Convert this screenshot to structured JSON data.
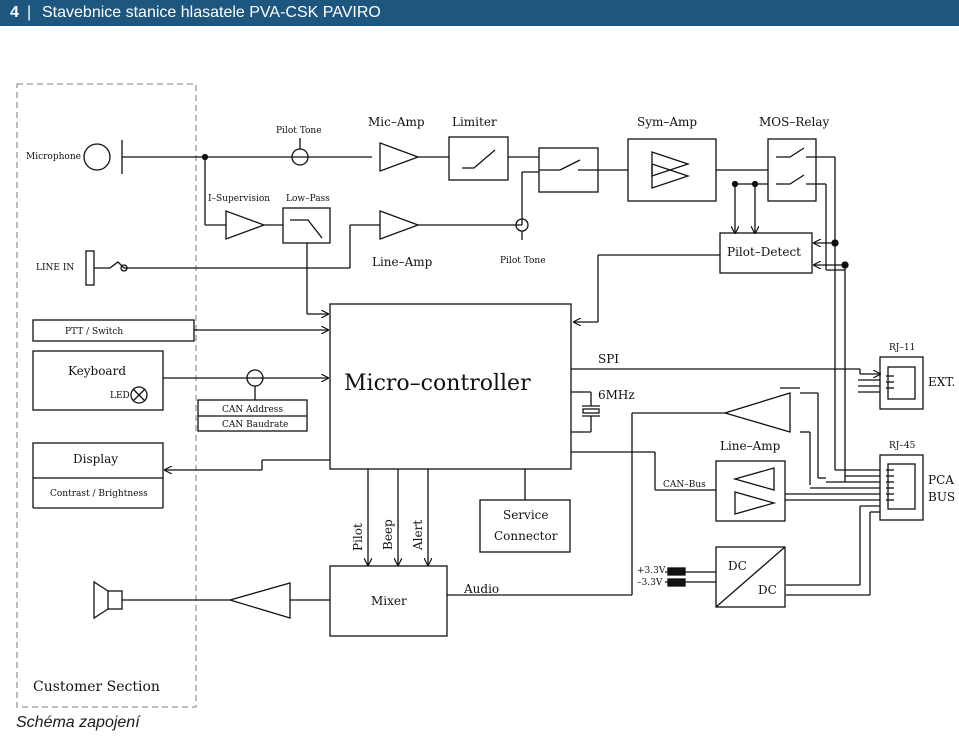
{
  "header": {
    "page_number": "4",
    "separator": "|",
    "title": "Stavebnice stanice hlasatele PVA-CSK PAVIRO"
  },
  "caption": "Schéma zapojení",
  "labels": {
    "pilot_tone_top": "Pilot Tone",
    "mic_amp": "Mic–Amp",
    "limiter": "Limiter",
    "sym_amp": "Sym–Amp",
    "mos_relay": "MOS–Relay",
    "microphone": "Microphone",
    "i_supervision": "I–Supervision",
    "low_pass": "Low–Pass",
    "line_in": "LINE IN",
    "line_amp_top": "Line–Amp",
    "pilot_tone_mid": "Pilot Tone",
    "pilot_detect": "Pilot–Detect",
    "ptt_switch": "PTT / Switch",
    "keyboard": "Keyboard",
    "led": "LED",
    "can_address": "CAN Address",
    "can_baudrate": "CAN Baudrate",
    "microcontroller": "Micro–controller",
    "spi": "SPI",
    "mhz": "6MHz",
    "rj11": "RJ–11",
    "ext": "EXT.",
    "display": "Display",
    "contrast": "Contrast / Brightness",
    "line_amp_right": "Line–Amp",
    "rj45": "RJ–45",
    "can_bus": "CAN–Bus",
    "pca": "PCA",
    "bus": "BUS",
    "service": "Service",
    "connector": "Connector",
    "pilot": "Pilot",
    "beep": "Beep",
    "alert": "Alert",
    "v_plus": "+3.3V",
    "v_minus": "–3.3V",
    "dc1": "DC",
    "dc2": "DC",
    "mixer": "Mixer",
    "audio": "Audio",
    "customer_section": "Customer Section"
  },
  "colors": {
    "header_bg": "#1d567f",
    "header_text": "#ffffff",
    "line": "#111111"
  }
}
